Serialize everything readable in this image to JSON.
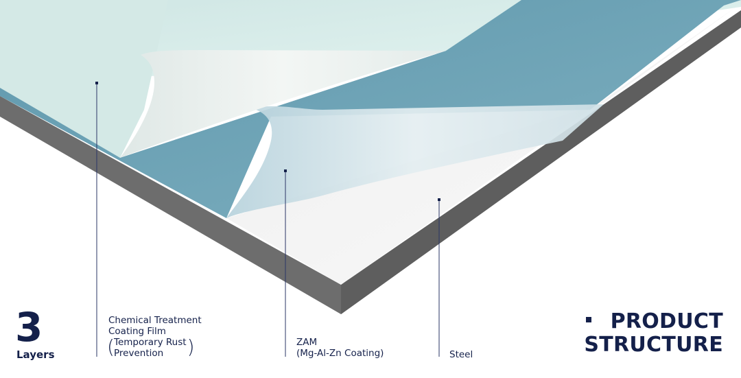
{
  "layer_count": "3",
  "layer_count_label": "Layers",
  "layers": [
    {
      "name_lines": [
        "Chemical Treatment",
        "Coating Film"
      ],
      "note_lines": [
        "Temporary Rust",
        "Prevention"
      ]
    },
    {
      "name_lines": [
        "ZAM",
        "(Mg-Al-Zn Coating)"
      ]
    },
    {
      "name_lines": [
        "Steel"
      ]
    }
  ],
  "title_lines": [
    "PRODUCT",
    "STRUCTURE"
  ],
  "colors": {
    "text": "#14204a",
    "steel_edge": "#6e6e6e",
    "zam_layer": "#6fa3b5",
    "film_layer": "#d9ebe9",
    "steel_surface": "#f3f3f3"
  }
}
